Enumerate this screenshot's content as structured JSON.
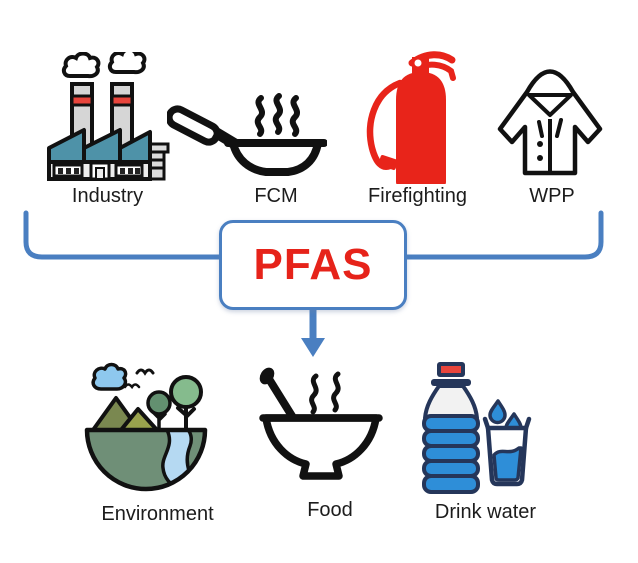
{
  "pfas": {
    "label": "PFAS"
  },
  "sources": [
    {
      "id": "industry",
      "label": "Industry",
      "icon": "factory-icon"
    },
    {
      "id": "fcm",
      "label": "FCM",
      "icon": "frying-pan-icon"
    },
    {
      "id": "firefighting",
      "label": "Firefighting",
      "icon": "fire-extinguisher-icon"
    },
    {
      "id": "wpp",
      "label": "WPP",
      "icon": "raincoat-icon"
    }
  ],
  "receptors": [
    {
      "id": "environment",
      "label": "Environment",
      "icon": "environment-globe-icon"
    },
    {
      "id": "food",
      "label": "Food",
      "icon": "food-bowl-icon"
    },
    {
      "id": "drink-water",
      "label": "Drink water",
      "icon": "water-bottle-icon"
    }
  ],
  "colors": {
    "connector_blue": "#4a7fc1",
    "pfas_red": "#e6231a",
    "extinguisher_red": "#e8241a",
    "factory_roof_teal": "#4e92a8",
    "chimney_stripe_red": "#e8453c",
    "bottle_blue": "#2e8ed8",
    "bottle_outline_navy": "#25365a",
    "globe_green": "#6f8f77",
    "mountain_olive_dark": "#7a8850",
    "mountain_olive_light": "#99a24d",
    "river_blue": "#b5d9f2",
    "cloud_blue": "#8ec8ee",
    "tree_green_dark": "#639070",
    "tree_green_light": "#85bb8d",
    "icon_outline": "#111111",
    "label_text": "#1c1c1c"
  }
}
